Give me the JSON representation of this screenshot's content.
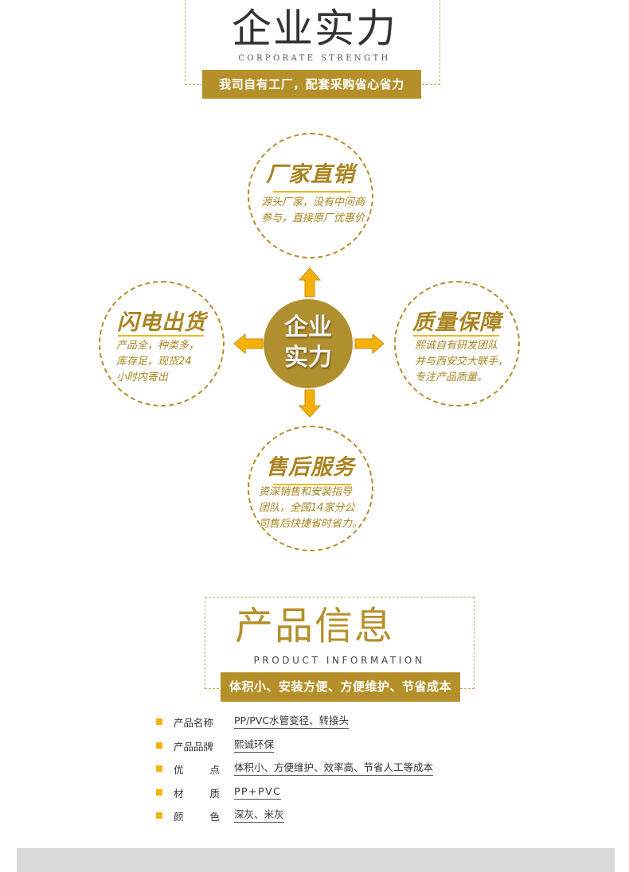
{
  "strength_section": {
    "title": "企业实力",
    "subtitle": "CORPORATE STRENGTH",
    "banner": "我司自有工厂，配套采购省心省力"
  },
  "diagram": {
    "center": {
      "line1": "企业",
      "line2": "实力"
    },
    "top": {
      "title": "厂家直销",
      "lines": [
        "源头厂家，没有中间商",
        "参与，直接原厂优惠价"
      ]
    },
    "left": {
      "title": "闪电出货",
      "lines": [
        "产品全，种类多，",
        "库存足，现货24",
        "小时内寄出"
      ]
    },
    "right": {
      "title": "质量保障",
      "lines": [
        "熙诚自有研发团队",
        "并与西安交大联手，",
        "专注产品质量。"
      ]
    },
    "bottom": {
      "title": "售后服务",
      "lines": [
        "资深销售和安装指导",
        "团队，全国14家分公",
        "司售后快捷省时省力。"
      ]
    },
    "colors": {
      "gold": "#b08f2e",
      "arrow": "#f5b10a",
      "text": "#a9831f"
    }
  },
  "product_section": {
    "title": "产品信息",
    "subtitle": "PRODUCT INFORMATION",
    "banner": "体积小、安装方便、方便维护、节省成本"
  },
  "specs": [
    {
      "label_a": "产品名称",
      "label_b": "",
      "value": "PP/PVC水管变径、转接头"
    },
    {
      "label_a": "产品品牌",
      "label_b": "",
      "value": "熙诚环保"
    },
    {
      "label_a": "优",
      "label_b": "点",
      "value": "体积小、方便维护、效率高、节省人工等成本"
    },
    {
      "label_a": "材",
      "label_b": "质",
      "value": "PP+PVC"
    },
    {
      "label_a": "颜",
      "label_b": "色",
      "value": "深灰、米灰"
    }
  ]
}
